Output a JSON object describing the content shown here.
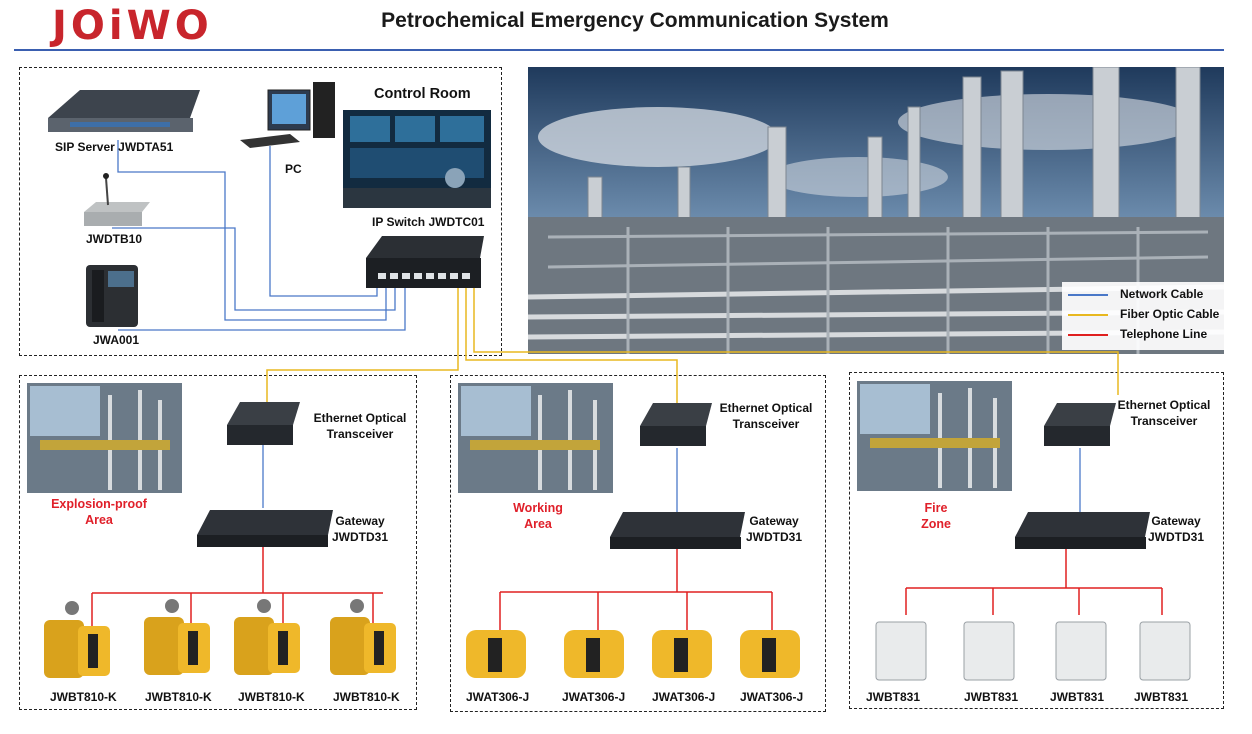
{
  "header": {
    "logo_text": "JOiWO",
    "title": "Petrochemical Emergency Communication System"
  },
  "control_room": {
    "title": "Control Room",
    "sip_server": "SIP Server JWDTA51",
    "pc": "PC",
    "desk_mic": "JWDTB10",
    "ip_phone": "JWA001",
    "ip_switch": "IP Switch JWDTC01"
  },
  "legend": {
    "items": [
      {
        "label": "Network Cable",
        "color": "#4a78c8"
      },
      {
        "label": "Fiber Optic Cable",
        "color": "#e8b820"
      },
      {
        "label": "Telephone Line",
        "color": "#e02020"
      }
    ]
  },
  "zones": [
    {
      "area_line1": "Explosion-proof",
      "area_line2": "Area",
      "transceiver_line1": "Ethernet Optical",
      "transceiver_line2": "Transceiver",
      "gateway_line1": "Gateway",
      "gateway_line2": "JWDTD31",
      "phones": [
        "JWBT810-K",
        "JWBT810-K",
        "JWBT810-K",
        "JWBT810-K"
      ]
    },
    {
      "area_line1": "Working",
      "area_line2": "Area",
      "transceiver_line1": "Ethernet Optical",
      "transceiver_line2": "Transceiver",
      "gateway_line1": "Gateway",
      "gateway_line2": "JWDTD31",
      "phones": [
        "JWAT306-J",
        "JWAT306-J",
        "JWAT306-J",
        "JWAT306-J"
      ]
    },
    {
      "area_line1": "Fire",
      "area_line2": "Zone",
      "transceiver_line1": "Ethernet Optical",
      "transceiver_line2": "Transceiver",
      "gateway_line1": "Gateway",
      "gateway_line2": "JWDTD31",
      "phones": [
        "JWBT831",
        "JWBT831",
        "JWBT831",
        "JWBT831"
      ]
    }
  ]
}
